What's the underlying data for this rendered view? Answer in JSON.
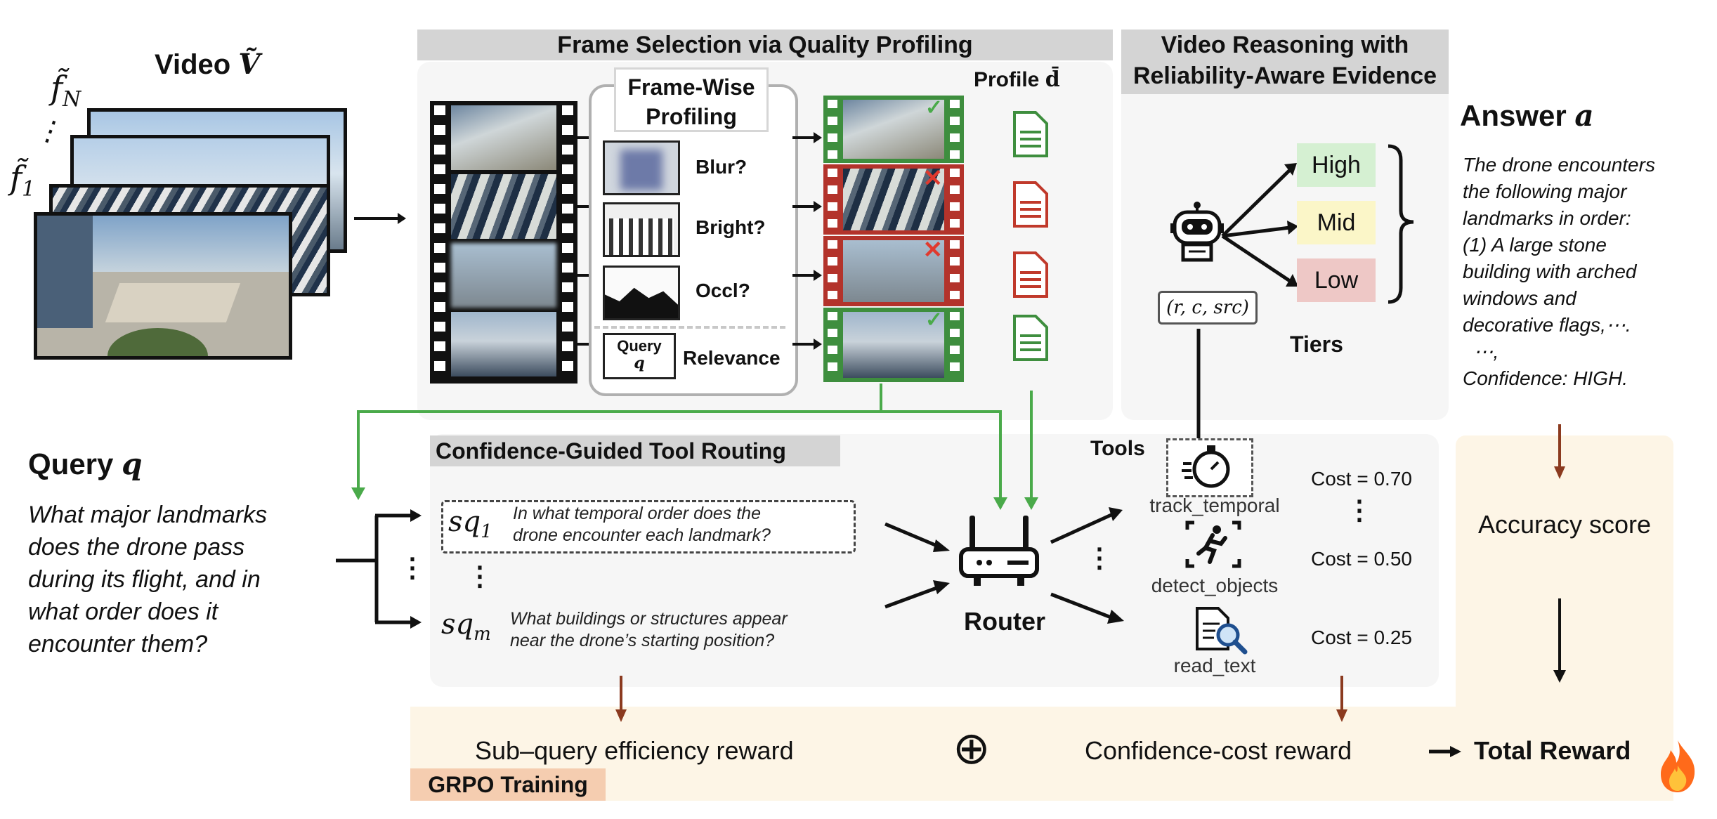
{
  "video": {
    "title": "Video",
    "symbol": "Ṽ",
    "frame_n": "f̃",
    "frame_n_sub": "N",
    "frame_1": "f̃",
    "frame_1_sub": "1",
    "dots": "⋮"
  },
  "frame_selection": {
    "header": "Frame Selection via Quality Profiling",
    "profiling_title": "Frame-Wise Profiling",
    "checks": [
      "Blur?",
      "Bright?",
      "Occl?"
    ],
    "query_box_label": "Query",
    "query_box_symbol": "q",
    "relevance_label": "Relevance",
    "profile_label": "Profile",
    "profile_symbol": "d̄",
    "frame_status": [
      "keep",
      "reject",
      "reject",
      "keep"
    ]
  },
  "reasoning": {
    "header_line1": "Video Reasoning with",
    "header_line2": "Reliability-Aware Evidence",
    "tiers": [
      "High",
      "Mid",
      "Low"
    ],
    "tiers_label": "Tiers",
    "tuple_label": "(r, c, src)"
  },
  "answer": {
    "title": "Answer",
    "symbol": "a",
    "lines": [
      "The drone encounters",
      "the following major",
      "landmarks in order:",
      "(1) A large stone",
      "building with arched",
      "windows and",
      "decorative flags,⋯.",
      "  ⋯,",
      "Confidence: HIGH."
    ]
  },
  "query": {
    "title": "Query",
    "symbol": "q",
    "lines": [
      "What major landmarks",
      "does the drone pass",
      "during its flight, and in",
      "what order does it",
      "encounter them?"
    ]
  },
  "routing": {
    "header": "Confidence-Guided  Tool Routing",
    "sq1_symbol": "sq",
    "sq1_sub": "1",
    "sq1_text_line1": "In what temporal order does the",
    "sq1_text_line2": "drone encounter each landmark?",
    "sqm_symbol": "sq",
    "sqm_sub": "m",
    "sqm_text_line1": "What buildings or structures appear",
    "sqm_text_line2": "near the drone’s starting position?",
    "router_label": "Router",
    "tools_label": "Tools",
    "tools": [
      {
        "name": "track_temporal",
        "cost": "Cost = 0.70",
        "icon": "stopwatch-icon"
      },
      {
        "name": "detect_objects",
        "cost": "Cost = 0.50",
        "icon": "running-person-icon"
      },
      {
        "name": "read_text",
        "cost": "Cost = 0.25",
        "icon": "document-search-icon"
      }
    ]
  },
  "reward": {
    "accuracy": "Accuracy score",
    "subquery": "Sub–query efficiency reward",
    "plus": "⊕",
    "confidence_cost": "Confidence-cost reward",
    "total": "Total Reward",
    "grpo": "GRPO Training"
  },
  "colors": {
    "green": "#4aaa4a",
    "red": "#c0392b",
    "brown": "#8b3a1f",
    "reward_bg": "#fdf5e6",
    "grpo_bg": "#f5cdb0",
    "high": "#d5f0d2",
    "mid": "#fbf6c8",
    "low": "#eec8c6"
  }
}
